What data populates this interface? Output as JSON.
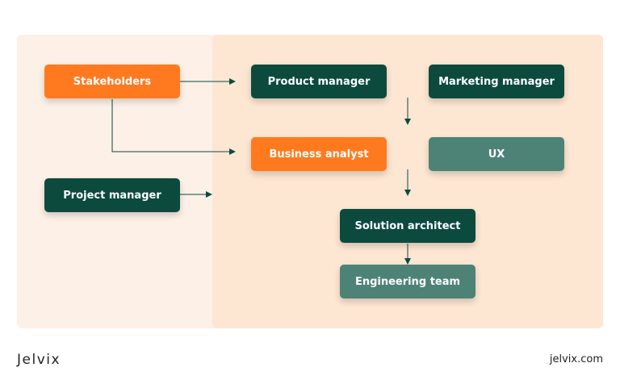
{
  "diagram": {
    "nodes": {
      "stakeholders": "Stakeholders",
      "project_manager": "Project manager",
      "product_manager": "Product manager",
      "marketing_manager": "Marketing manager",
      "business_analyst": "Business analyst",
      "ux": "UX",
      "solution_architect": "Solution architect",
      "engineering_team": "Engineering team"
    },
    "edges": [
      [
        "Stakeholders",
        "Product manager"
      ],
      [
        "Stakeholders",
        "Business analyst"
      ],
      [
        "Project manager",
        "Business analyst"
      ],
      [
        "Product manager",
        "Business analyst"
      ],
      [
        "Business analyst",
        "Solution architect"
      ],
      [
        "Solution architect",
        "Engineering team"
      ]
    ]
  },
  "colors": {
    "orange": "#ff7a1f",
    "dark_green": "#0c4a3e",
    "mid_green": "#4d8276",
    "panel_left": "#fdf0e6",
    "panel_right": "#fde6d2"
  },
  "footer": {
    "logo": "Jelvix",
    "website": "jelvix.com"
  }
}
